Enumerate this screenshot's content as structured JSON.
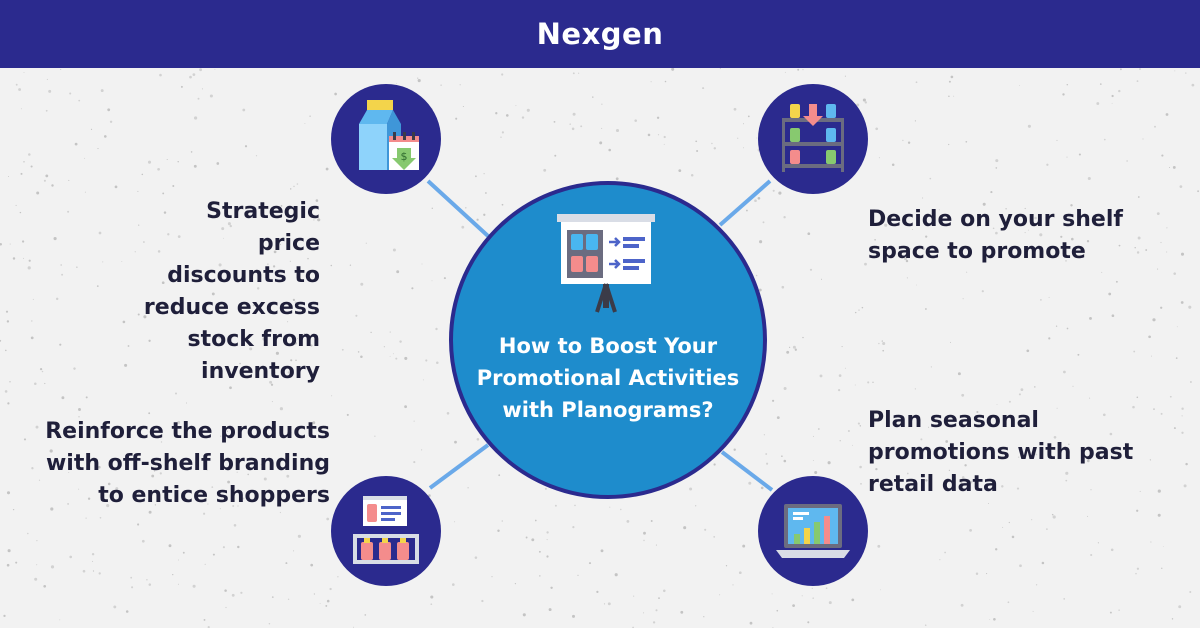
{
  "header": {
    "brand": "Nexgen"
  },
  "hub": {
    "title": "How to Boost Your Promotional Activities with Planograms?",
    "icon": "presentation-board-icon"
  },
  "points": [
    {
      "id": "top-left",
      "icon": "price-discount-icon",
      "text": "Strategic price discounts to reduce excess stock from inventory"
    },
    {
      "id": "top-right",
      "icon": "shelf-space-icon",
      "text": "Decide on your shelf space to promote"
    },
    {
      "id": "bottom-left",
      "icon": "off-shelf-branding-icon",
      "text": "Reinforce the products with off-shelf branding to entice shoppers"
    },
    {
      "id": "bottom-right",
      "icon": "laptop-chart-icon",
      "text": "Plan seasonal promotions with past retail data"
    }
  ],
  "colors": {
    "header": "#2b2a8e",
    "hub": "#1e8ccc",
    "node": "#2b2a8e",
    "connector": "#6aa9e9",
    "text": "#1f1f3a",
    "background": "#f2f2f2"
  }
}
